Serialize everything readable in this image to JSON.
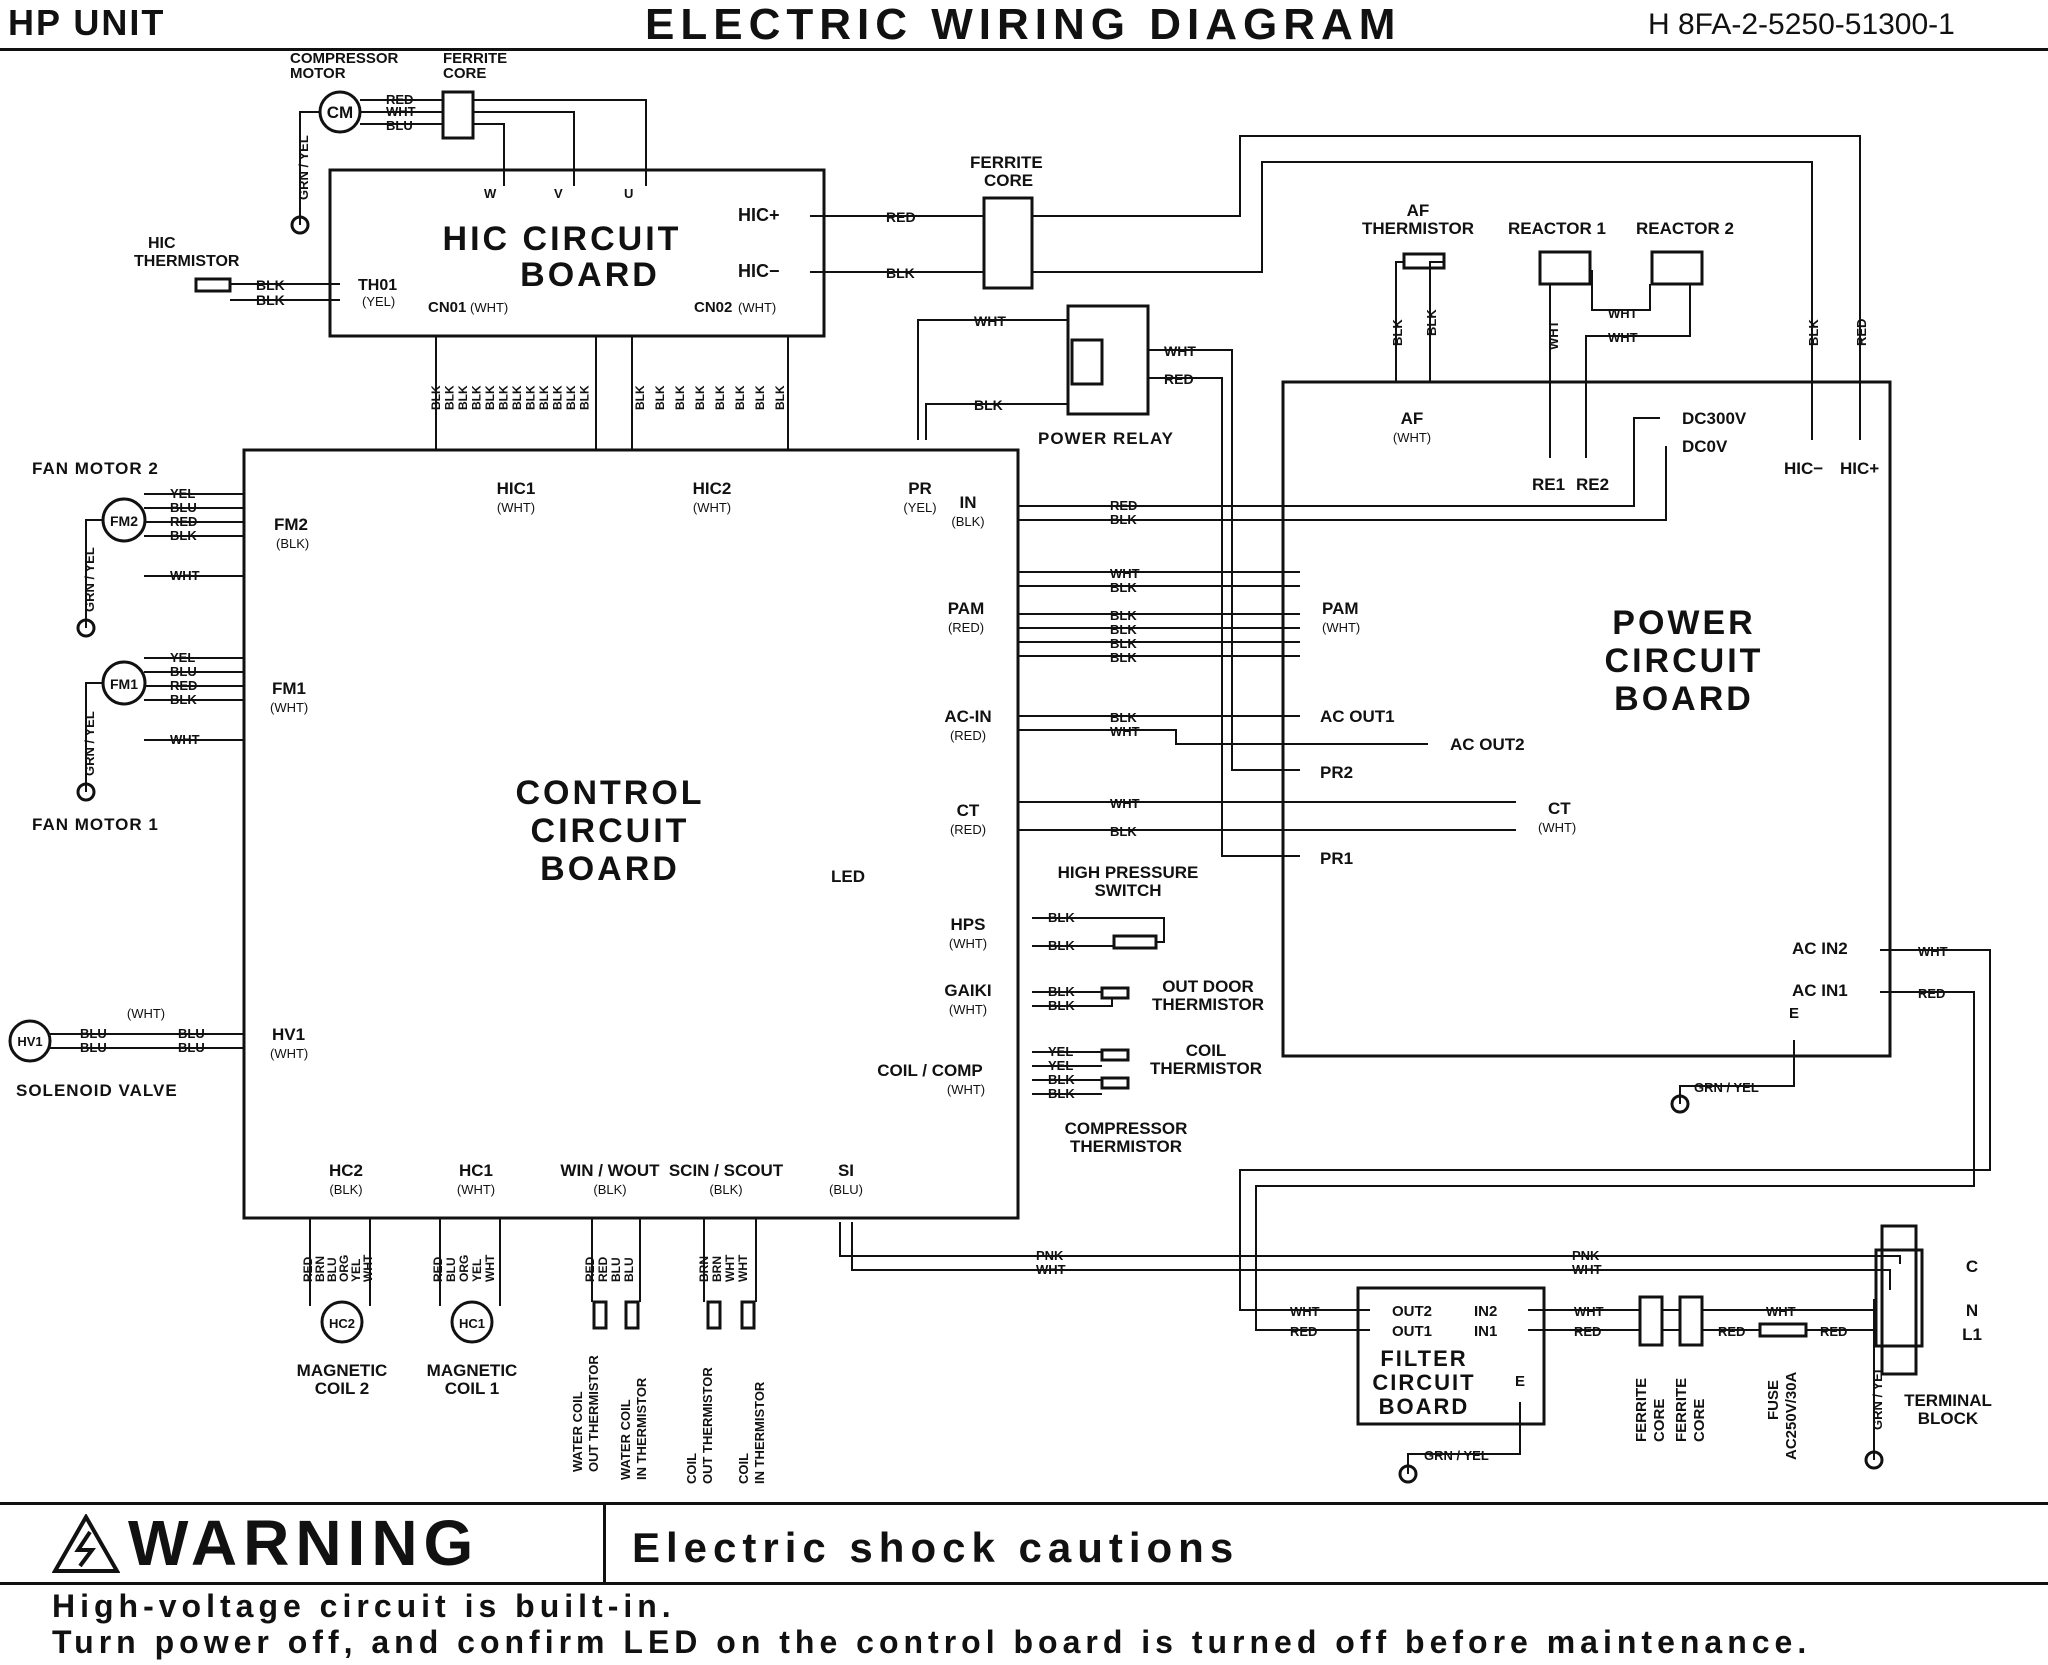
{
  "header": {
    "unit": "HP  UNIT",
    "title": "ELECTRIC  WIRING  DIAGRAM",
    "code": "H 8FA-2-5250-51300-1"
  },
  "warning": {
    "title": "WARNING",
    "subtitle": "Electric  shock  cautions",
    "line1": "High-voltage  circuit  is  built-in.",
    "line2": "Turn  power  off,  and confirm  LED  on  the  control  board  is  turned  off  before  maintenance."
  },
  "colors": {
    "line": "#111111",
    "background": "#ffffff"
  },
  "labels": {
    "compressor_motor": [
      "COMPRESSOR",
      "MOTOR"
    ],
    "ferrite_core_top": [
      "FERRITE",
      "CORE"
    ],
    "cm": "CM",
    "uvw": [
      "W",
      "V",
      "U"
    ],
    "hic_board": [
      "HIC  CIRCUIT",
      "BOARD"
    ],
    "hic_plus": "HIC+",
    "hic_minus": "HIC−",
    "hic_thermistor": [
      "HIC",
      "THERMISTOR"
    ],
    "th01": "TH01",
    "th01_color": "(YEL)",
    "cn01": "CN01",
    "cn02": "CN02",
    "wht_paren": "(WHT)",
    "ferrite_core_mid": [
      "FERRITE",
      "CORE"
    ],
    "power_relay": "POWER  RELAY",
    "af_thermistor": [
      "AF",
      "THERMISTOR"
    ],
    "reactor1": "REACTOR  1",
    "reactor2": "REACTOR  2",
    "af": "AF",
    "dc300v": "DC300V",
    "dc0v": "DC0V",
    "re1": "RE1",
    "re2": "RE2",
    "hic_minus_r": "HIC−",
    "hic_plus_r": "HIC+",
    "fan_motor_2": "FAN  MOTOR  2",
    "fan_motor_1": "FAN  MOTOR  1",
    "fm2": "FM2",
    "fm1": "FM1",
    "fm2_color": "(BLK)",
    "fm1_color": "(WHT)",
    "hic1": "HIC1",
    "hic2": "HIC2",
    "pr": "PR",
    "pr_color": "(YEL)",
    "in": "IN",
    "in_color": "(BLK)",
    "pam": "PAM",
    "pam_color": "(RED)",
    "pam_r": "PAM",
    "pam_r_color": "(WHT)",
    "power_board": [
      "POWER",
      "CIRCUIT",
      "BOARD"
    ],
    "acin": "AC-IN",
    "acin_color": "(RED)",
    "acout1": "AC OUT1",
    "acout2": "AC OUT2",
    "pr2": "PR2",
    "pr1": "PR1",
    "ct": "CT",
    "ct_color": "(RED)",
    "ct_r": "CT",
    "ct_r_color": "(WHT)",
    "control_board": [
      "CONTROL",
      "CIRCUIT",
      "BOARD"
    ],
    "led": "LED",
    "hps_switch": [
      "HIGH  PRESSURE",
      "SWITCH"
    ],
    "hps": "HPS",
    "hps_color": "(WHT)",
    "gaiki": "GAIKI",
    "gaiki_color": "(WHT)",
    "outdoor_thermistor": [
      "OUT DOOR",
      "THERMISTOR"
    ],
    "coilcomp": "COIL / COMP",
    "coilcomp_color": "(WHT)",
    "coil_thermistor": [
      "COIL",
      "THERMISTOR"
    ],
    "compressor_thermistor": [
      "COMPRESSOR",
      "THERMISTOR"
    ],
    "acin2": "AC IN2",
    "acin1": "AC IN1",
    "e": "E",
    "grn_yel": "GRN / YEL",
    "hv1": "HV1",
    "hv1_color": "(WHT)",
    "solenoid_valve": "SOLENOID  VALVE",
    "hc2": "HC2",
    "hc2_color": "(BLK)",
    "hc1": "HC1",
    "hc1_color": "(WHT)",
    "winwout": "WIN / WOUT",
    "winwout_color": "(BLK)",
    "scin": "SCIN / SCOUT",
    "scin_color": "(BLK)",
    "si": "SI",
    "si_color": "(BLU)",
    "magnetic_coil_2": [
      "MAGNETIC",
      "COIL  2"
    ],
    "magnetic_coil_1": [
      "MAGNETIC",
      "COIL  1"
    ],
    "water_coil_out": [
      "WATER  COIL",
      "OUT  THERMISTOR"
    ],
    "water_coil_in": [
      "WATER  COIL",
      "IN  THERMISTOR"
    ],
    "coil_out": [
      "COIL",
      "OUT  THERMISTOR"
    ],
    "coil_in": [
      "COIL",
      "IN  THERMISTOR"
    ],
    "filter_board": [
      "FILTER",
      "CIRCUIT",
      "BOARD"
    ],
    "out2": "OUT2",
    "out1": "OUT1",
    "in2": "IN2",
    "in1": "IN1",
    "ferrite_core_b": [
      "FERRITE",
      "CORE"
    ],
    "fuse": [
      "FUSE",
      "AC250V/30A"
    ],
    "terminal_block": [
      "TERMINAL",
      "BLOCK"
    ],
    "terminals": [
      "C",
      "N",
      "L1"
    ],
    "w": "W"
  },
  "wires": {
    "red": "RED",
    "wht": "WHT",
    "blu": "BLU",
    "blk": "BLK",
    "yel": "YEL",
    "pnk": "PNK",
    "brn": "BRN",
    "org": "ORG",
    "grn_yel": "GRN / YEL"
  }
}
